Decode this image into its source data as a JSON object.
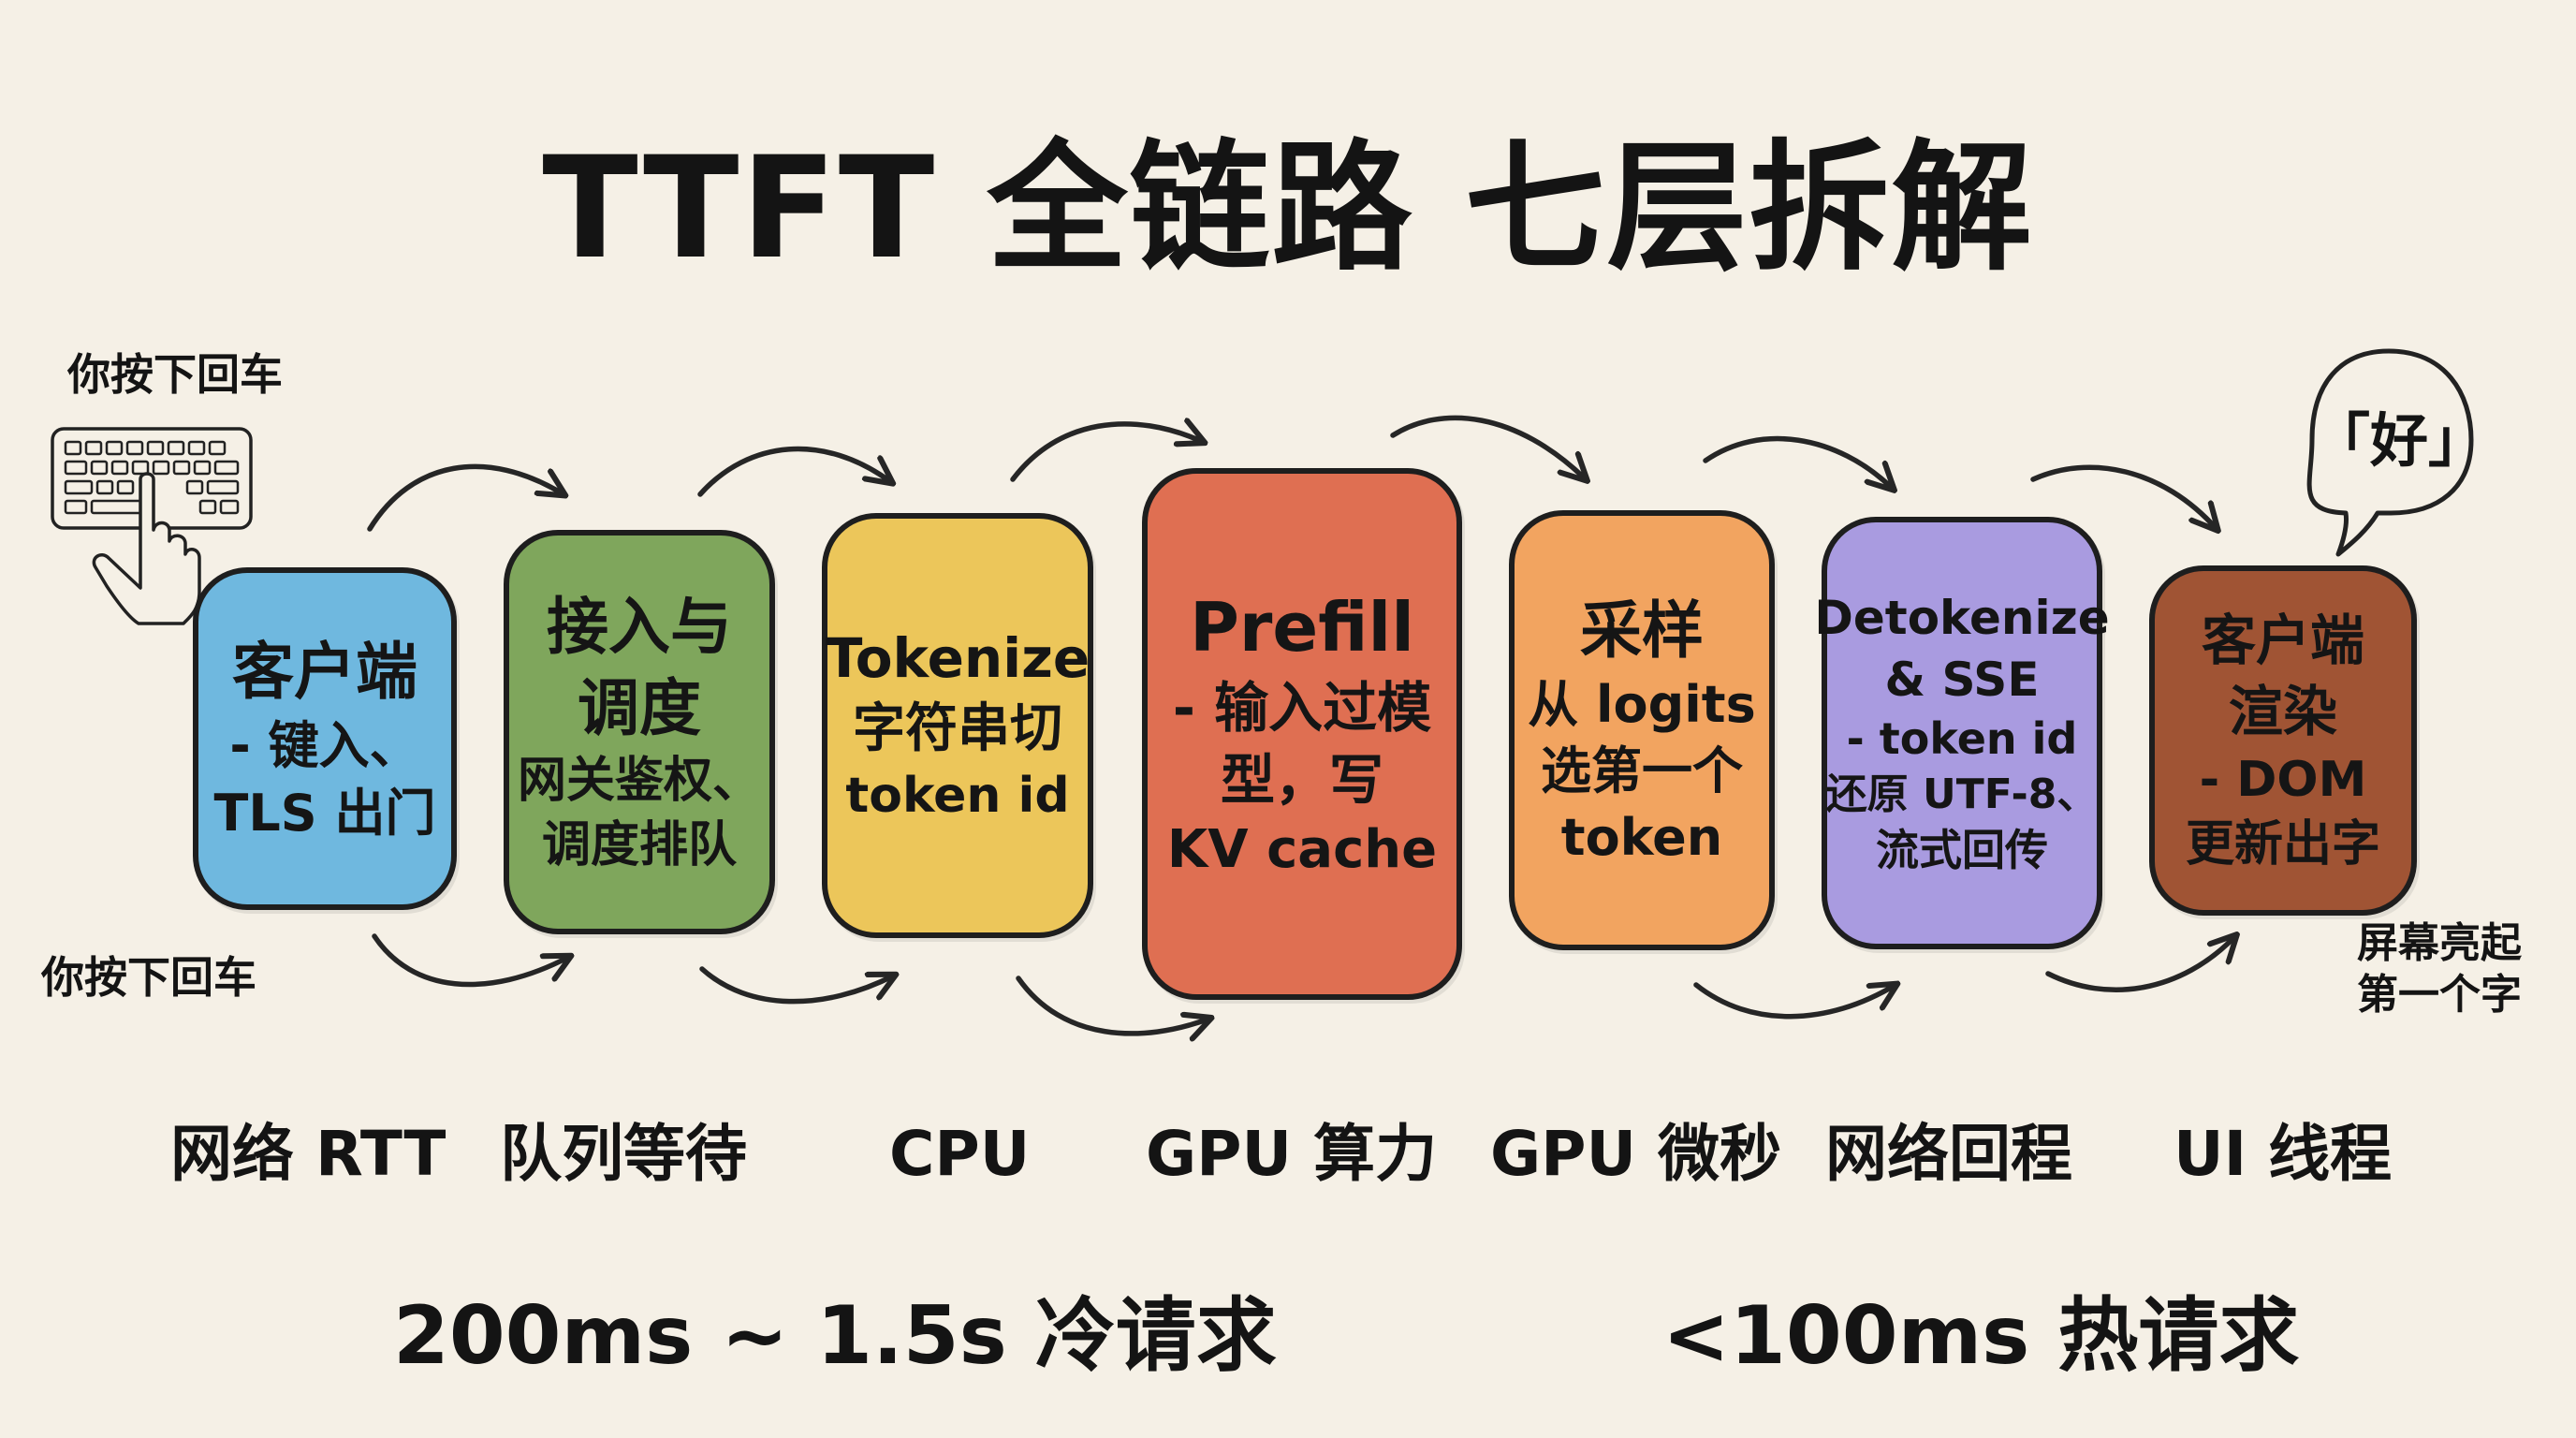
{
  "title": "TTFT 全链路 七层拆解",
  "start_label_top": "你按下回车",
  "start_label_bottom": "你按下回车",
  "end_label": [
    "屏幕亮起",
    "第一个字"
  ],
  "speech_bubble": "「好」",
  "stages": [
    {
      "lines": [
        "客户端",
        "- 键入、",
        "TLS 出门"
      ],
      "color": "#6fb8df",
      "resource": "网络 RTT"
    },
    {
      "lines": [
        "接入与",
        "调度",
        "网关鉴权、",
        "调度排队"
      ],
      "color": "#7fa65c",
      "resource": "队列等待"
    },
    {
      "lines": [
        "Tokenize",
        "字符串切",
        "token id"
      ],
      "color": "#ecc65a",
      "resource": "CPU"
    },
    {
      "lines": [
        "Prefill",
        "- 输入过模",
        "型，写",
        "KV cache"
      ],
      "color": "#df6f52",
      "resource": "GPU 算力"
    },
    {
      "lines": [
        "采样",
        "从 logits",
        "选第一个",
        "token"
      ],
      "color": "#f2a460",
      "resource": "GPU 微秒"
    },
    {
      "lines": [
        "Detokenize",
        "& SSE",
        "- token id",
        "还原 UTF-8、",
        "流式回传"
      ],
      "color": "#a99be0",
      "resource": "网络回程"
    },
    {
      "lines": [
        "客户端",
        "渲染",
        "- DOM",
        "更新出字"
      ],
      "color": "#a05434",
      "resource": "UI 线程"
    }
  ],
  "latency": {
    "cold": "200ms ~ 1.5s 冷请求",
    "hot": "<100ms 热请求"
  }
}
